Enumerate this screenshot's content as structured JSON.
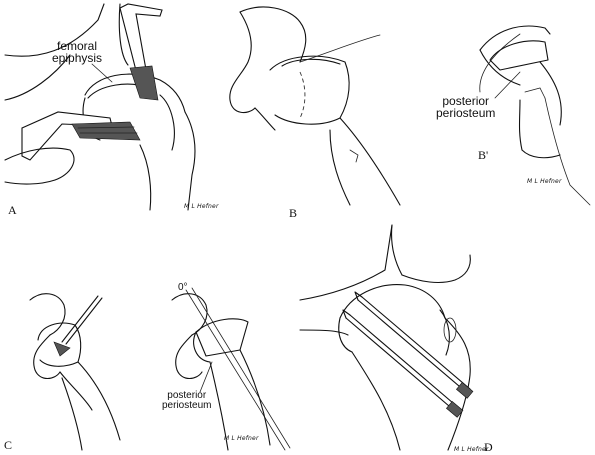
{
  "panels": {
    "A": {
      "letter": "A",
      "signature": "M L Hefner",
      "annotation": "femoral\nepiphysis"
    },
    "B": {
      "letter": "B",
      "signature": ""
    },
    "B_prime": {
      "letter": "B'",
      "signature": "M L Hefner",
      "annotation": "posterior\nperiosteum"
    },
    "C": {
      "letter": "C",
      "signature": "M L Hefner",
      "annotation": "posterior\nperiosteum",
      "angle_label": "0°"
    },
    "D": {
      "letter": "D",
      "signature": "M L Hefner"
    }
  },
  "colors": {
    "ink": "#111111",
    "background": "#ffffff",
    "hatching": "#555555"
  }
}
